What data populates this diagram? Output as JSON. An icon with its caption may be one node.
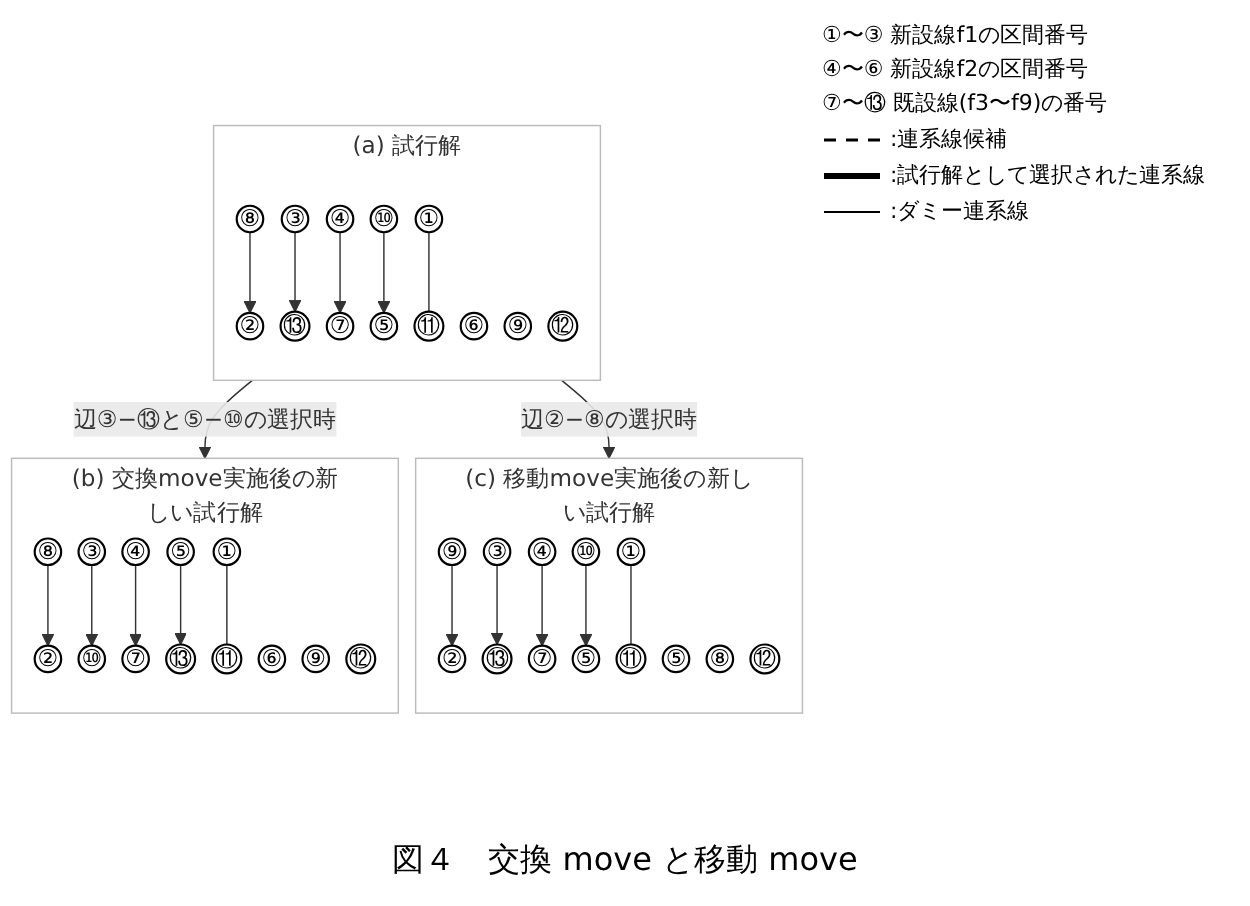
{
  "diagram": {
    "caption": "図４　交換 move と移動 move",
    "nodes": [
      {
        "text": [
          "(a) 試行解"
        ]
      },
      {
        "text": [
          "①"
        ],
        "in": 0
      },
      {
        "text": [
          "②"
        ],
        "in": 0
      },
      {
        "text": [
          "③"
        ],
        "in": 0
      },
      {
        "text": [
          "④"
        ],
        "in": 0
      },
      {
        "text": [
          "⑤"
        ],
        "in": 0
      },
      {
        "text": [
          "⑥"
        ],
        "in": 0
      },
      {
        "text": [
          "⑦"
        ],
        "in": 0
      },
      {
        "text": [
          "⑧"
        ],
        "in": 0
      },
      {
        "text": [
          "⑨"
        ],
        "in": 0
      },
      {
        "text": [
          "⑩"
        ],
        "in": 0
      },
      {
        "text": [
          "⑪"
        ],
        "in": 0
      },
      {
        "text": [
          "⑫"
        ],
        "in": 0
      },
      {
        "text": [
          "⑬"
        ],
        "in": 0
      },
      {
        "text": [
          "(b) 交換move実施後の新しい試行解"
        ]
      },
      {
        "text": [
          "①"
        ],
        "in": 14
      },
      {
        "text": [
          "②"
        ],
        "in": 14
      },
      {
        "text": [
          "③"
        ],
        "in": 14
      },
      {
        "text": [
          "④"
        ],
        "in": 14
      },
      {
        "text": [
          "⑤"
        ],
        "in": 14
      },
      {
        "text": [
          "⑥"
        ],
        "in": 14
      },
      {
        "text": [
          "⑦"
        ],
        "in": 14
      },
      {
        "text": [
          "⑧"
        ],
        "in": 14
      },
      {
        "text": [
          "⑨"
        ],
        "in": 14
      },
      {
        "text": [
          "⑩"
        ],
        "in": 14
      },
      {
        "text": [
          "⑪"
        ],
        "in": 14
      },
      {
        "text": [
          "⑫"
        ],
        "in": 14
      },
      {
        "text": [
          "⑬"
        ],
        "in": 14
      },
      {
        "text": [
          "(c) 移動move実施後の新しい試行解"
        ]
      },
      {
        "text": [
          "①"
        ],
        "in": 28
      },
      {
        "text": [
          "②"
        ],
        "in": 28
      },
      {
        "text": [
          "③"
        ],
        "in": 28
      },
      {
        "text": [
          "④"
        ],
        "in": 28
      },
      {
        "text": [
          "⑤"
        ],
        "in": 28
      },
      {
        "text": [
          "⑤"
        ],
        "in": 28
      },
      {
        "text": [
          "⑦"
        ],
        "in": 28
      },
      {
        "text": [
          "⑧"
        ],
        "in": 28
      },
      {
        "text": [
          "⑨"
        ],
        "in": 28
      },
      {
        "text": [
          "⑩"
        ],
        "in": 28
      },
      {
        "text": [
          "⑪"
        ],
        "in": 28
      },
      {
        "text": [
          "⑫"
        ],
        "in": 28
      },
      {
        "text": [
          "⑬"
        ],
        "in": 28
      }
    ],
    "edges": [
      {
        "from": 8,
        "to": 2,
        "arrow": "to"
      },
      {
        "from": 3,
        "to": 13,
        "arrow": "to"
      },
      {
        "from": 4,
        "to": 7,
        "arrow": "to"
      },
      {
        "from": 10,
        "to": 5,
        "arrow": "to"
      },
      {
        "from": 1,
        "to": 11,
        "arrow": "none"
      },
      {
        "from": 22,
        "to": 16,
        "arrow": "to"
      },
      {
        "from": 17,
        "to": 24,
        "arrow": "to"
      },
      {
        "from": 18,
        "to": 21,
        "arrow": "to"
      },
      {
        "from": 19,
        "to": 27,
        "arrow": "to"
      },
      {
        "from": 15,
        "to": 25,
        "arrow": "none"
      },
      {
        "from": 37,
        "to": 30,
        "arrow": "to"
      },
      {
        "from": 31,
        "to": 41,
        "arrow": "to"
      },
      {
        "from": 32,
        "to": 35,
        "arrow": "to"
      },
      {
        "from": 38,
        "to": 33,
        "arrow": "to"
      },
      {
        "from": 29,
        "to": 39,
        "arrow": "none"
      },
      {
        "from": 0,
        "to": 14,
        "label": "辺③−⑬と⑤−⑩の選択時",
        "arrow": "to"
      },
      {
        "from": 0,
        "to": 28,
        "label": "辺②−⑧の選択時",
        "arrow": "to"
      }
    ],
    "labels": [
      "①〜③ 新設線f1の区間番号",
      "④〜⑥ 新設線f2の区間番号",
      "⑦〜⑬ 既設線(f3〜f9)の番号"
    ],
    "legend": [
      {
        "text": ":連系線候補"
      },
      {
        "text": ":試行解として選択された連系線"
      },
      {
        "text": ":ダミー連系線"
      }
    ]
  }
}
